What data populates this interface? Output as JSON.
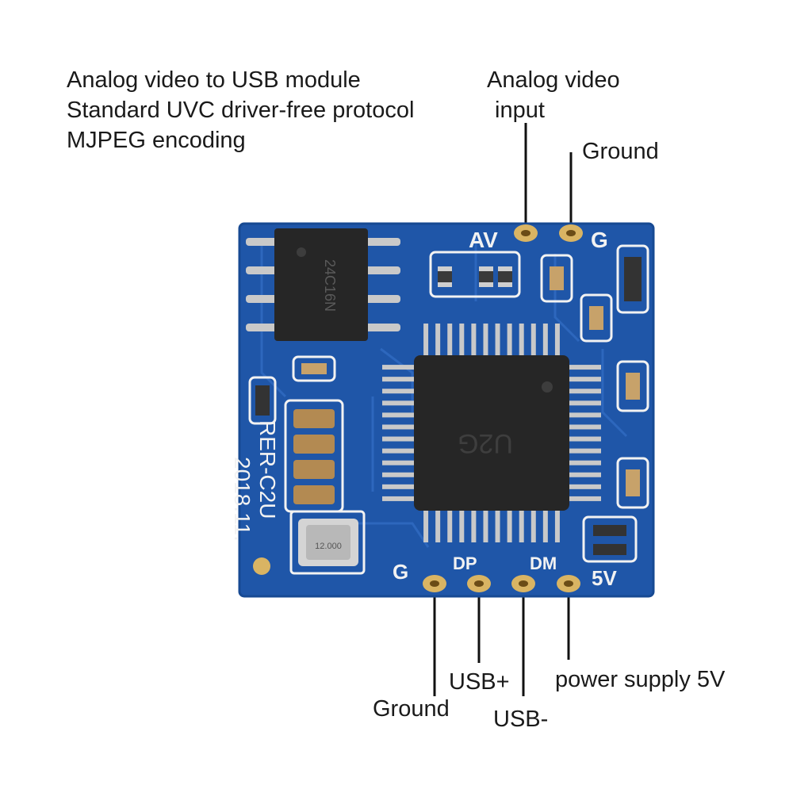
{
  "description": {
    "lines": [
      "Analog video to USB module",
      "Standard UVC driver-free protocol",
      "MJPEG encoding"
    ]
  },
  "callouts": {
    "analog_video_input": [
      "Analog video",
      "input"
    ],
    "ground_top": "Ground",
    "usb_plus": "USB+",
    "ground_bottom": "Ground",
    "usb_minus": "USB-",
    "power_supply": "power supply 5V"
  },
  "board": {
    "silkscreen": {
      "pad_av": "AV",
      "pad_g_top": "G",
      "pad_g_bottom": "G",
      "pad_dp": "DP",
      "pad_dm": "DM",
      "pad_5v": "5V",
      "model": "RER-C2U",
      "date": "2018.11.",
      "main_chip": "U2G",
      "eeprom_chip": "24C16N",
      "crystal": "12.000"
    },
    "colors": {
      "pcb": "#1f56a8",
      "pad": "#d9b463",
      "chip": "#262626",
      "silkscreen": "#f2f2f2"
    }
  }
}
